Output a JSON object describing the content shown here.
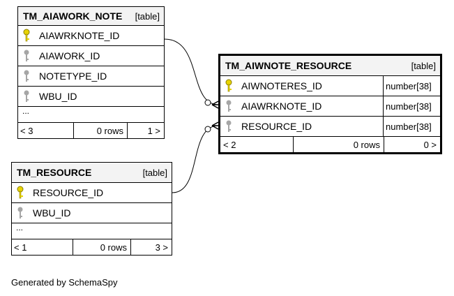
{
  "tables": {
    "aiawork_note": {
      "name": "TM_AIAWORK_NOTE",
      "type": "[table]",
      "columns": [
        "AIAWRKNOTE_ID",
        "AIAWORK_ID",
        "NOTETYPE_ID",
        "WBU_ID"
      ],
      "ellipsis": "...",
      "footer": {
        "prev": "< 3",
        "rows": "0 rows",
        "next": "1 >"
      }
    },
    "aiwnote_resource": {
      "name": "TM_AIWNOTE_RESOURCE",
      "type": "[table]",
      "columns": [
        {
          "name": "AIWNOTERES_ID",
          "type": "number[38]"
        },
        {
          "name": "AIAWRKNOTE_ID",
          "type": "number[38]"
        },
        {
          "name": "RESOURCE_ID",
          "type": "number[38]"
        }
      ],
      "footer": {
        "prev": "< 2",
        "rows": "0 rows",
        "next": "0 >"
      }
    },
    "resource": {
      "name": "TM_RESOURCE",
      "type": "[table]",
      "columns": [
        "RESOURCE_ID",
        "WBU_ID"
      ],
      "ellipsis": "...",
      "footer": {
        "prev": "< 1",
        "rows": "0 rows",
        "next": "3 >"
      }
    }
  },
  "icons": {
    "primary_key": "gold-key-icon",
    "column": "gray-key-icon"
  },
  "colors": {
    "primary_key": "#e8d400",
    "column": "#a6a6a6",
    "header_bg": "#f3f3f3"
  },
  "caption": "Generated by SchemaSpy"
}
